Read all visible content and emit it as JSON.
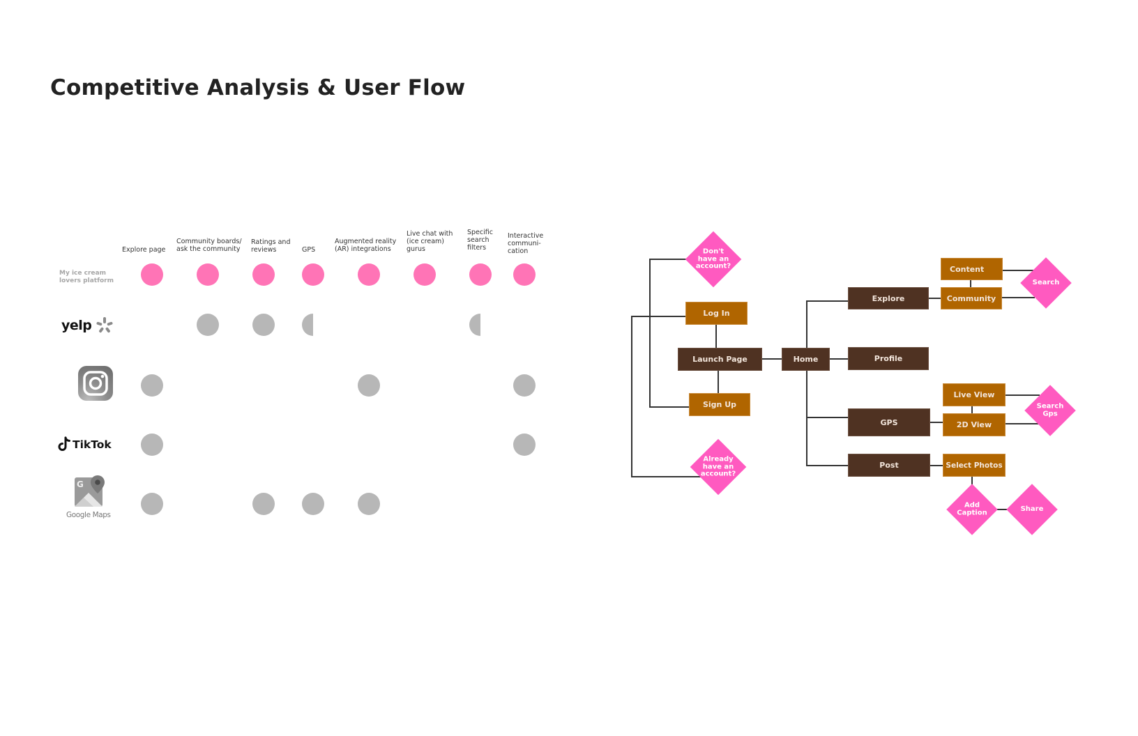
{
  "page": {
    "title": "Competitive Analysis & User Flow"
  },
  "competitive_analysis": {
    "columns": [
      "Explore page",
      "Community boards/\nask the community",
      "Ratings and\nreviews",
      "GPS",
      "Augmented reality\n(AR) integrations",
      "Live chat with\n(ice cream)\ngurus",
      "Specific\nsearch\nfilters",
      "Interactive\ncommuni-\ncation"
    ],
    "rows": [
      {
        "name": "My ice cream\nlovers platform",
        "logo": "text-label",
        "color": "#ff74b6",
        "features": [
          "full",
          "full",
          "full",
          "full",
          "full",
          "full",
          "full",
          "full"
        ]
      },
      {
        "name": "yelp",
        "logo": "yelp-logo",
        "color": "#b7b7b7",
        "features": [
          "none",
          "full",
          "full",
          "half",
          "none",
          "none",
          "half",
          "none"
        ]
      },
      {
        "name": "Instagram",
        "logo": "instagram-logo",
        "color": "#b7b7b7",
        "features": [
          "full",
          "none",
          "none",
          "none",
          "full",
          "none",
          "none",
          "full"
        ]
      },
      {
        "name": "TikTok",
        "logo": "tiktok-logo",
        "color": "#b7b7b7",
        "features": [
          "full",
          "none",
          "none",
          "none",
          "none",
          "none",
          "none",
          "full"
        ]
      },
      {
        "name": "Google Maps",
        "logo": "google-maps-logo",
        "color": "#b7b7b7",
        "features": [
          "full",
          "none",
          "full",
          "full",
          "full",
          "none",
          "none",
          "none"
        ]
      }
    ],
    "logos": {
      "yelp_text": "yelp",
      "tiktok_text": "TikTok",
      "google_maps_text": "Google Maps",
      "google_g": "G"
    }
  },
  "user_flow": {
    "colors": {
      "primary_node": "#4f3222",
      "secondary_node": "#b06500",
      "decision": "#ff5ac0",
      "connector": "#333333"
    },
    "nodes": {
      "dont_have_account": "Don't\nhave an\naccount?",
      "log_in": "Log In",
      "launch_page": "Launch Page",
      "sign_up": "Sign Up",
      "already_have_account": "Already\nhave an\naccount?",
      "home": "Home",
      "explore": "Explore",
      "profile": "Profile",
      "gps": "GPS",
      "post": "Post",
      "content": "Content",
      "community": "Community",
      "search": "Search",
      "live_view": "Live View",
      "view_2d": "2D View",
      "search_gps": "Search\nGps",
      "select_photos": "Select Photos",
      "add_caption": "Add\nCaption",
      "share": "Share"
    },
    "edges": [
      [
        "dont_have_account",
        "sign_up"
      ],
      [
        "log_in",
        "launch_page"
      ],
      [
        "log_in",
        "already_have_account"
      ],
      [
        "launch_page",
        "sign_up"
      ],
      [
        "launch_page",
        "home"
      ],
      [
        "home",
        "explore"
      ],
      [
        "home",
        "profile"
      ],
      [
        "home",
        "gps"
      ],
      [
        "home",
        "post"
      ],
      [
        "explore",
        "community"
      ],
      [
        "content",
        "community"
      ],
      [
        "content",
        "search"
      ],
      [
        "community",
        "search"
      ],
      [
        "gps",
        "view_2d"
      ],
      [
        "live_view",
        "view_2d"
      ],
      [
        "live_view",
        "search_gps"
      ],
      [
        "view_2d",
        "search_gps"
      ],
      [
        "post",
        "select_photos"
      ],
      [
        "select_photos",
        "add_caption"
      ],
      [
        "add_caption",
        "share"
      ]
    ]
  }
}
